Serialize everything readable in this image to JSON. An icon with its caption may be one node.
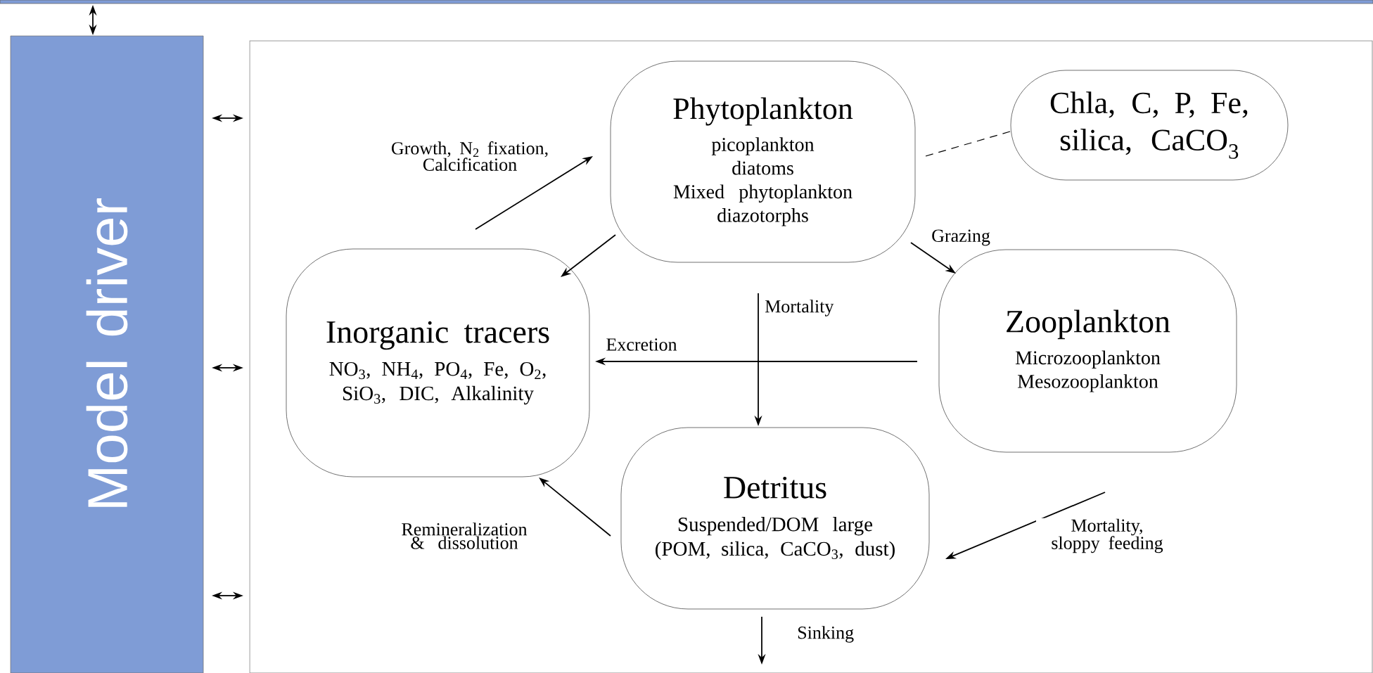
{
  "diagram": {
    "nodes": [
      {
        "text": [],
        "shape": "bar"
      },
      {
        "text": [
          "Model driver"
        ]
      },
      {
        "text": [],
        "shape": "box"
      },
      {
        "text": [
          "Phytoplankton",
          "picoplankton",
          "diatoms",
          "Mixed phytoplankton",
          "diazotorphs"
        ],
        "in": 2
      },
      {
        "text": [
          "Chla, C, P, Fe, silica, CaCO$_{3}$"
        ],
        "in": 2
      },
      {
        "text": [
          "Inorganic tracers",
          "NO$_{3}$, NH$_{4}$, PO$_{4}$, Fe, O$_{2}$, SiO$_{3}$, DIC, Alkalinity"
        ],
        "in": 2
      },
      {
        "text": [
          "Zooplankton",
          "Microzooplankton",
          "Mesozooplankton"
        ],
        "in": 2
      },
      {
        "text": [
          "Detritus",
          "Suspended/DOM large (POM, silica, CaCO$_{3}$, dust)"
        ],
        "in": 2
      }
    ],
    "edges": [
      {
        "from": 0,
        "to": 1,
        "arrow": "both"
      },
      {
        "from": 1,
        "to": 2,
        "arrow": "both"
      },
      {
        "from": 1,
        "to": 2,
        "arrow": "both"
      },
      {
        "from": 1,
        "to": 2,
        "arrow": "both"
      },
      {
        "from": 5,
        "to": 3,
        "arrow": "to",
        "label": "Growth, N$_{2}$ fixation, Calcification"
      },
      {
        "from": 3,
        "to": 5,
        "arrow": "to"
      },
      {
        "from": 3,
        "to": 6,
        "arrow": "to",
        "label": "Grazing"
      },
      {
        "from": 3,
        "to": 7,
        "arrow": "to",
        "label": "Mortality"
      },
      {
        "from": 6,
        "to": 5,
        "arrow": "to",
        "label": "Excretion"
      },
      {
        "from": 7,
        "to": 5,
        "arrow": "to",
        "label": "Remineralization & dissolution"
      },
      {
        "from": 6,
        "to": 7,
        "arrow": "to",
        "label": "Mortality, sloppy feeding"
      },
      {
        "from": 7,
        "to": null,
        "arrow": "to",
        "label": "Sinking"
      },
      {
        "from": 3,
        "to": 4,
        "arrow": "none",
        "style": "dashed"
      }
    ]
  }
}
